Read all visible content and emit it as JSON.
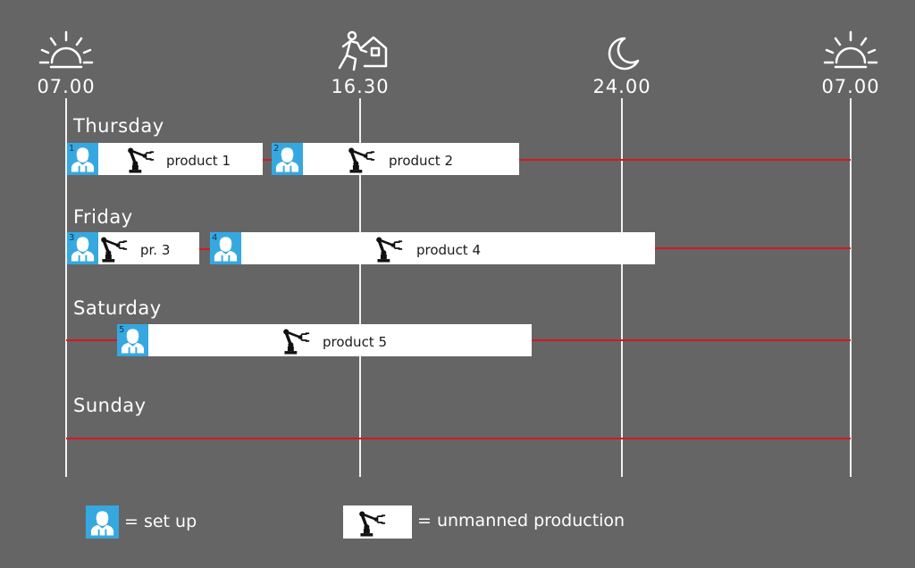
{
  "times": [
    {
      "label": "07.00",
      "icon": "sunrise-icon"
    },
    {
      "label": "16.30",
      "icon": "walk-home-icon"
    },
    {
      "label": "24.00",
      "icon": "moon-icon"
    },
    {
      "label": "07.00",
      "icon": "sunrise-icon"
    }
  ],
  "days": [
    "Thursday",
    "Friday",
    "Saturday",
    "Sunday"
  ],
  "jobs": [
    {
      "setup": "1",
      "product": "product 1"
    },
    {
      "setup": "2",
      "product": "product 2"
    },
    {
      "setup": "3",
      "product": "pr. 3"
    },
    {
      "setup": "4",
      "product": "product 4"
    },
    {
      "setup": "5",
      "product": "product 5"
    }
  ],
  "legend": {
    "setup_label": "= set up",
    "production_label": "= unmanned production"
  },
  "colors": {
    "background": "#656565",
    "setup": "#35a8e0",
    "idle_line": "#d8161f",
    "bar": "#ffffff"
  }
}
